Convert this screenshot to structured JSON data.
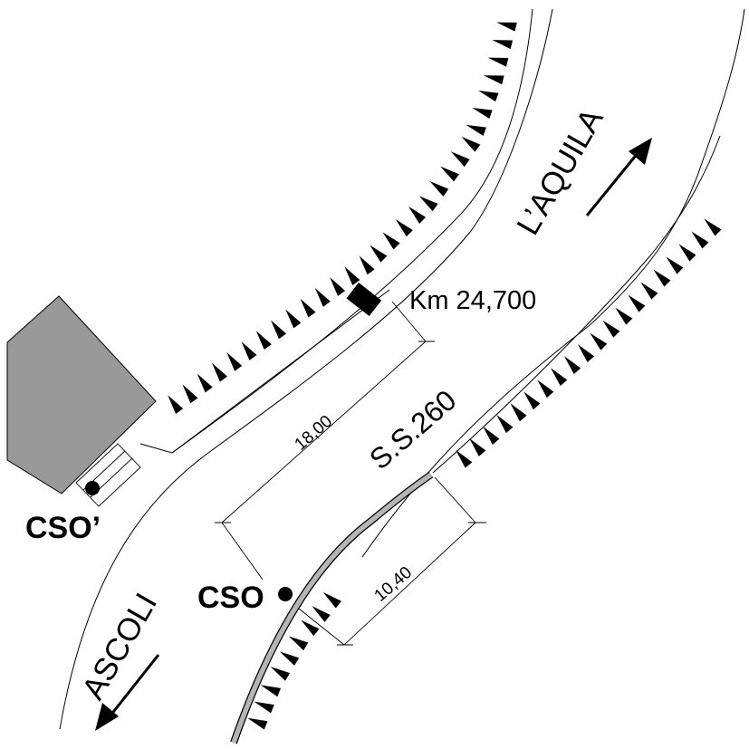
{
  "labels": {
    "km": "Km 24,700",
    "road": "S.S.260",
    "dim_width": "18,00",
    "dim_short": "10,40",
    "cso": "CSO",
    "cso_prime": "CSO’",
    "to_north": "L’AQUILA",
    "to_south": "ASCOLI"
  },
  "colors": {
    "line": "#000000",
    "building": "#999999",
    "guardrail": "#b5b5b5",
    "marker": "#000000"
  },
  "icons": {
    "km_marker": "black-rectangle",
    "escarpment": "triangle-hachures",
    "direction": "arrow-icon"
  }
}
